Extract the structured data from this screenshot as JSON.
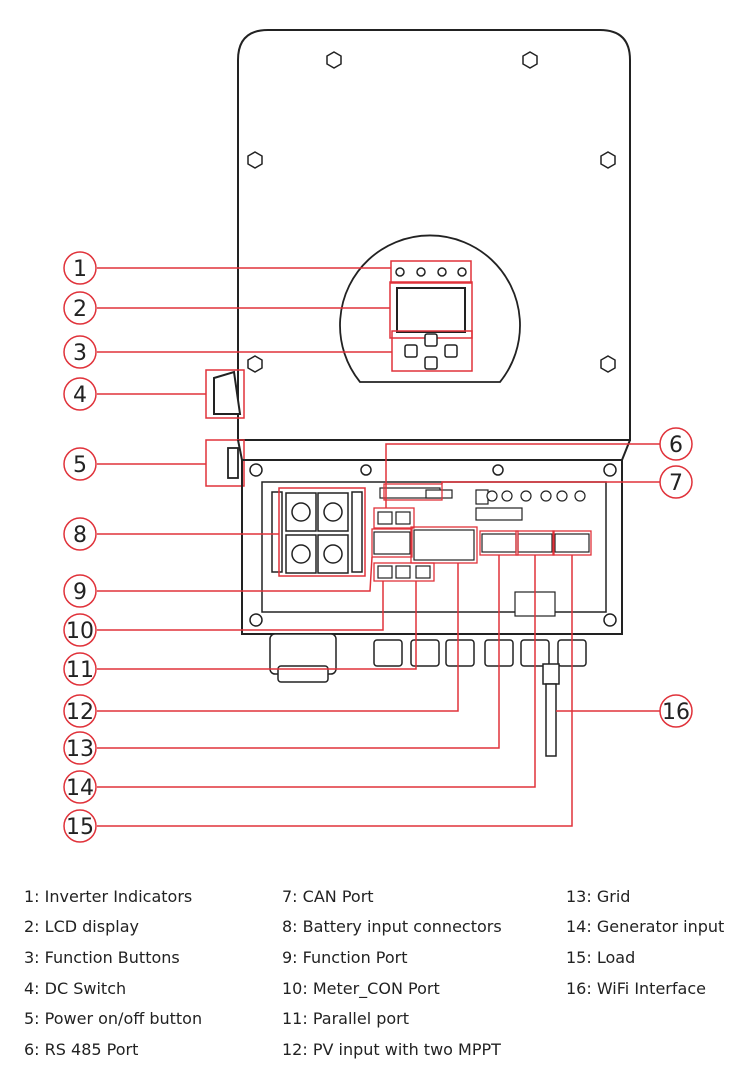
{
  "callouts": [
    {
      "num": "1",
      "label": "Inverter Indicators"
    },
    {
      "num": "2",
      "label": "LCD display"
    },
    {
      "num": "3",
      "label": "Function Buttons"
    },
    {
      "num": "4",
      "label": "DC Switch"
    },
    {
      "num": "5",
      "label": "Power on/off button"
    },
    {
      "num": "6",
      "label": "RS 485 Port"
    },
    {
      "num": "7",
      "label": "CAN Port"
    },
    {
      "num": "8",
      "label": "Battery input connectors"
    },
    {
      "num": "9",
      "label": "Function Port"
    },
    {
      "num": "10",
      "label": "Meter_CON Port"
    },
    {
      "num": "11",
      "label": "Parallel port"
    },
    {
      "num": "12",
      "label": "PV input with two MPPT"
    },
    {
      "num": "13",
      "label": "Grid"
    },
    {
      "num": "14",
      "label": "Generator input"
    },
    {
      "num": "15",
      "label": "Load"
    },
    {
      "num": "16",
      "label": "WiFi Interface"
    }
  ],
  "legend": [
    "1: Inverter Indicators",
    "2: LCD display",
    "3: Function Buttons",
    "4: DC Switch",
    "5: Power on/off button",
    "6: RS 485 Port",
    "7: CAN Port",
    "8: Battery input connectors",
    "9: Function Port",
    "10: Meter_CON Port",
    "11: Parallel port",
    "12: PV input with two MPPT",
    "13: Grid",
    "14: Generator input",
    "15: Load",
    "16: WiFi Interface"
  ],
  "colors": {
    "leader": "#e0323a",
    "outline": "#222222"
  }
}
